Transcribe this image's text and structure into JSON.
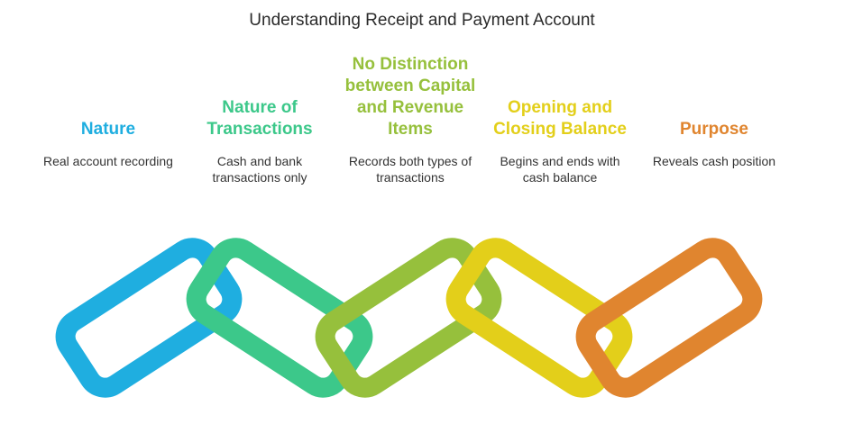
{
  "title": "Understanding Receipt and Payment Account",
  "items": [
    {
      "heading": "Nature",
      "description": "Real account recording",
      "color": "#1faee0"
    },
    {
      "heading": "Nature of Transactions",
      "description": "Cash and bank transactions only",
      "color": "#3cc88a"
    },
    {
      "heading": "No Distinction between Capital and Revenue Items",
      "description": "Records both types of transactions",
      "color": "#96c03c"
    },
    {
      "heading": "Opening and Closing Balance",
      "description": "Begins and ends with cash balance",
      "color": "#e3cf1a"
    },
    {
      "heading": "Purpose",
      "description": "Reveals cash position",
      "color": "#e0852f"
    }
  ]
}
